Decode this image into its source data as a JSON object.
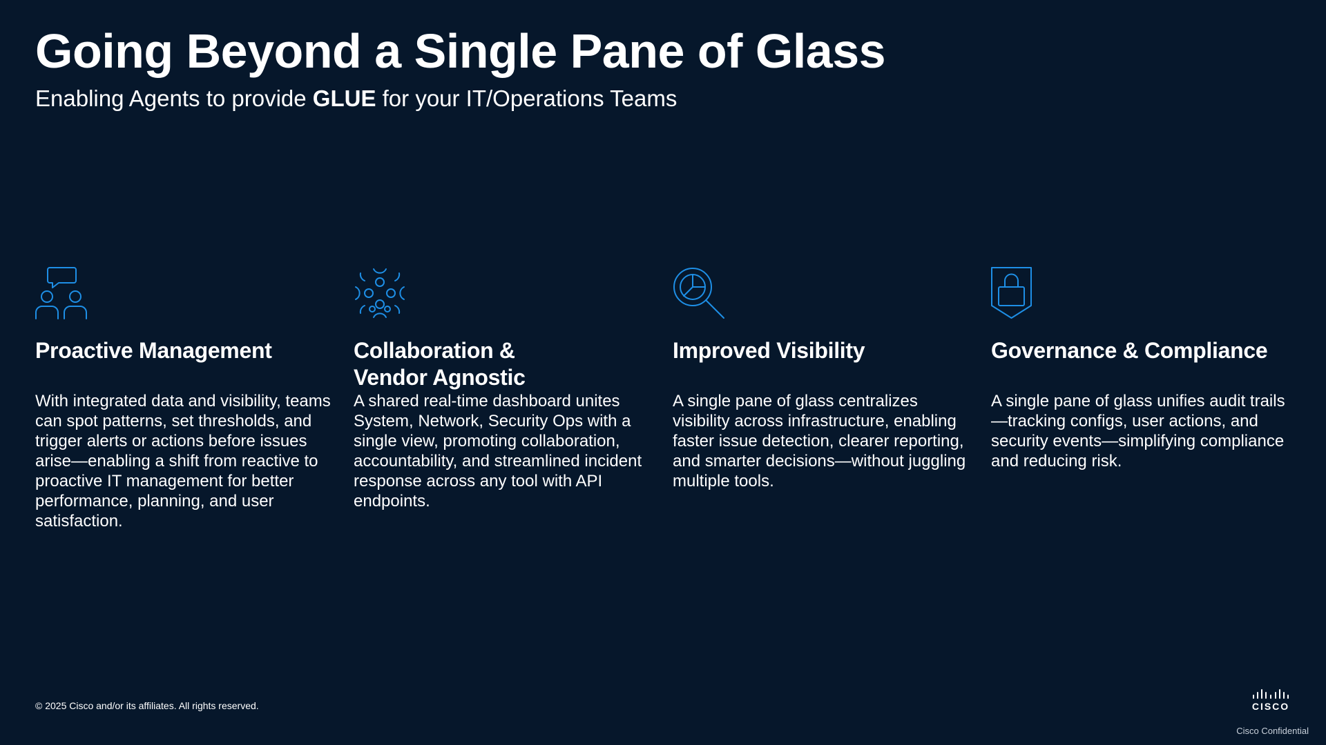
{
  "slide": {
    "title": "Going Beyond a Single Pane of Glass",
    "subtitle_prefix": "Enabling Agents to provide ",
    "subtitle_bold": "GLUE",
    "subtitle_suffix": " for your IT/Operations Teams"
  },
  "columns": [
    {
      "icon": "people-chat-icon",
      "heading": "Proactive Management",
      "body": "With integrated data and visibility, teams can spot patterns, set thresholds, and trigger alerts or actions before issues arise—enabling a shift from reactive to proactive IT management for better performance, planning, and user satisfaction."
    },
    {
      "icon": "collaboration-network-icon",
      "heading_line1": "Collaboration &",
      "heading_line2": "Vendor Agnostic",
      "body": "A shared real-time dashboard unites System, Network,  Security Ops with a single view, promoting collaboration, accountability, and streamlined incident response across any tool with API endpoints."
    },
    {
      "icon": "magnifier-chart-icon",
      "heading": "Improved Visibility",
      "body": "A single pane of glass centralizes visibility across infrastructure, enabling faster issue detection, clearer reporting, and smarter decisions—without juggling multiple tools."
    },
    {
      "icon": "shield-lock-icon",
      "heading": "Governance & Compliance",
      "body": "A single pane of glass unifies audit trails—tracking configs, user actions, and security events—simplifying compliance and reducing risk."
    }
  ],
  "footer": {
    "copyright": "© 2025 Cisco and/or its affiliates. All rights reserved.",
    "logo_text": "CISCO",
    "confidential": "Cisco Confidential"
  },
  "colors": {
    "background": "#06172b",
    "icon_accent": "#1e8fe6",
    "text": "#ffffff"
  }
}
